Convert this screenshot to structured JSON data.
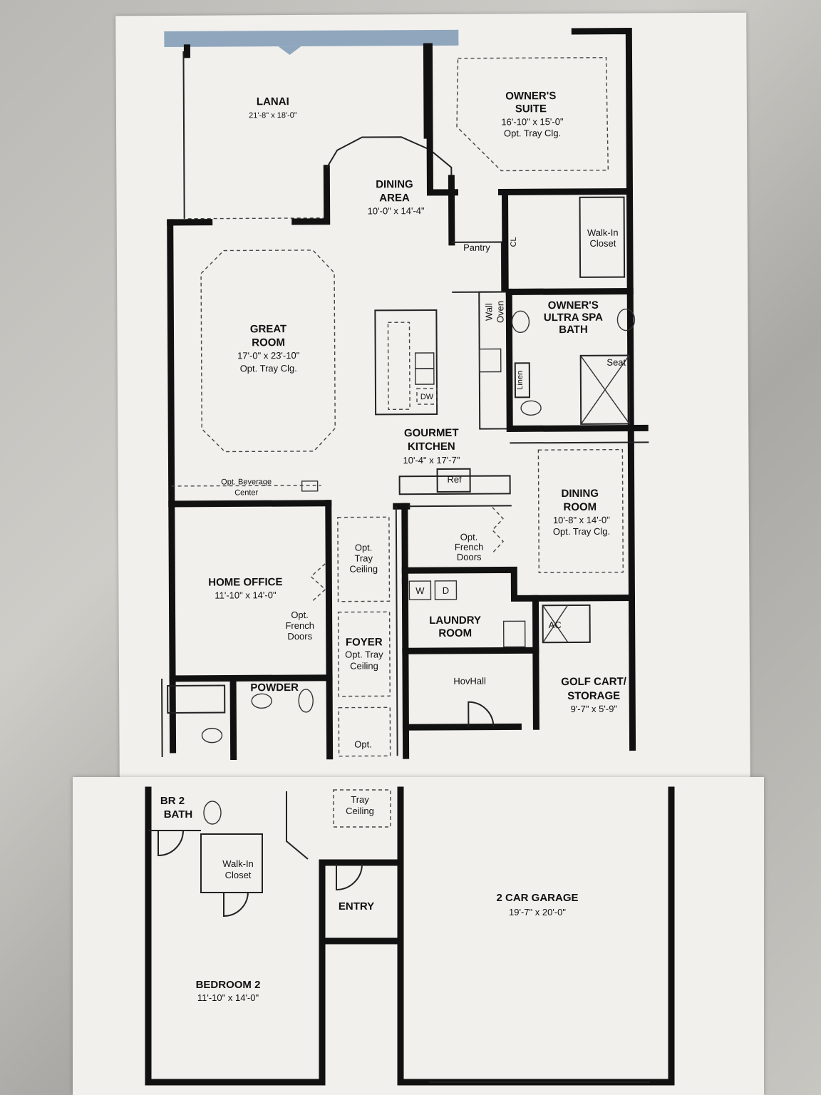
{
  "rooms": {
    "lanai": {
      "name": "LANAI",
      "dim": "21'-8\" x 18'-0\""
    },
    "owners_suite": {
      "line1": "OWNER'S",
      "line2": "SUITE",
      "dim": "16'-10\" x 15'-0\"",
      "note": "Opt. Tray Clg."
    },
    "dining_area": {
      "line1": "DINING",
      "line2": "AREA",
      "dim": "10'-0\" x 14'-4\""
    },
    "pantry": "Pantry",
    "cl": "CL",
    "walk_in_closet_owner": {
      "line1": "Walk-In",
      "line2": "Closet"
    },
    "wall_oven": {
      "line1": "Wall",
      "line2": "Oven"
    },
    "owners_bath": {
      "line1": "OWNER'S",
      "line2": "ULTRA SPA",
      "line3": "BATH"
    },
    "linen": "Linen",
    "seat": "Seat",
    "great_room": {
      "line1": "GREAT",
      "line2": "ROOM",
      "dim": "17'-0\" x 23'-10\"",
      "note": "Opt. Tray Clg."
    },
    "dw": "DW",
    "kitchen": {
      "line1": "GOURMET",
      "line2": "KITCHEN",
      "dim": "10'-4\" x 17'-7\""
    },
    "ref": "Ref",
    "beverage": {
      "line1": "Opt. Beverage",
      "line2": "Center"
    },
    "dining_room": {
      "line1": "DINING",
      "line2": "ROOM",
      "dim": "10'-8\" x 14'-0\"",
      "note": "Opt. Tray Clg."
    },
    "french_doors_kitchen": {
      "line1": "Opt.",
      "line2": "French",
      "line3": "Doors"
    },
    "tray_ceiling_hall": {
      "line1": "Opt.",
      "line2": "Tray",
      "line3": "Ceiling"
    },
    "home_office": {
      "name": "HOME OFFICE",
      "dim": "11'-10\" x 14'-0\""
    },
    "french_doors_office": {
      "line1": "Opt.",
      "line2": "French",
      "line3": "Doors"
    },
    "laundry": {
      "line1": "LAUNDRY",
      "line2": "ROOM",
      "w": "W",
      "d": "D"
    },
    "ac": "AC",
    "foyer": {
      "name": "FOYER",
      "line2": "Opt. Tray",
      "line3": "Ceiling"
    },
    "hovhall": "HovHall",
    "golf_cart": {
      "line1": "GOLF CART/",
      "line2": "STORAGE",
      "dim": "9'-7\" x 5'-9\""
    },
    "powder": "POWDER",
    "opt_cut": "Opt.",
    "br2_bath": {
      "line1": "BR 2",
      "line2": "BATH"
    },
    "tray_ceiling_bottom": {
      "line1": "Tray",
      "line2": "Ceiling"
    },
    "walk_in_closet_br2": {
      "line1": "Walk-In",
      "line2": "Closet"
    },
    "entry": "ENTRY",
    "garage": {
      "name": "2 CAR GARAGE",
      "dim": "19'-7\" x 20'-0\""
    },
    "bedroom2": {
      "name": "BEDROOM 2",
      "dim": "11'-10\" x 14'-0\""
    }
  },
  "colors": {
    "paper": "#f1f0ed",
    "wall": "#111111",
    "counter": "#bfbfbf",
    "lanai_edge": "#8fa6bd"
  }
}
